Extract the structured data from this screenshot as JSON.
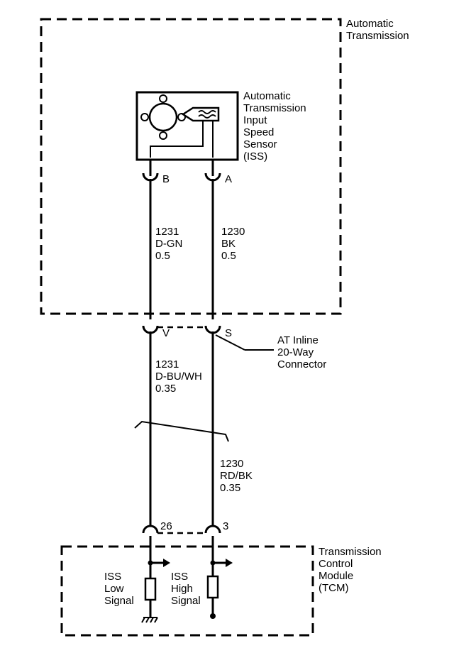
{
  "components": {
    "transmission": {
      "line1": "Automatic",
      "line2": "Transmission"
    },
    "iss_sensor": {
      "line1": "Automatic",
      "line2": "Transmission",
      "line3": "Input",
      "line4": "Speed",
      "line5": "Sensor",
      "line6": "(ISS)"
    },
    "connector": {
      "line1": "AT Inline",
      "line2": "20-Way",
      "line3": "Connector"
    },
    "tcm": {
      "line1": "Transmission",
      "line2": "Control",
      "line3": "Module",
      "line4": "(TCM)"
    }
  },
  "pins": {
    "sensor_b": "B",
    "sensor_a": "A",
    "inline_v": "V",
    "inline_s": "S",
    "tcm_26": "26",
    "tcm_3": "3"
  },
  "wires": {
    "upper_left": {
      "circuit": "1231",
      "color": "D-GN",
      "gauge": "0.5"
    },
    "upper_right": {
      "circuit": "1230",
      "color": "BK",
      "gauge": "0.5"
    },
    "lower_left": {
      "circuit": "1231",
      "color": "D-BU/WH",
      "gauge": "0.35"
    },
    "lower_right": {
      "circuit": "1230",
      "color": "RD/BK",
      "gauge": "0.35"
    }
  },
  "signals": {
    "low": {
      "line1": "ISS",
      "line2": "Low",
      "line3": "Signal"
    },
    "high": {
      "line1": "ISS",
      "line2": "High",
      "line3": "Signal"
    }
  }
}
